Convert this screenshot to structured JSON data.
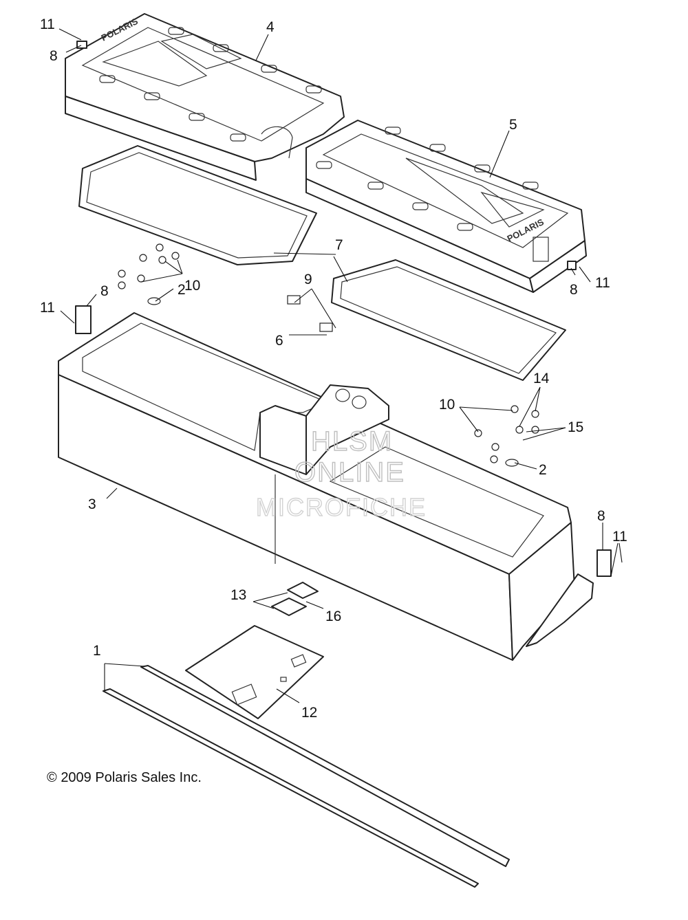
{
  "callouts": [
    {
      "id": "c11a",
      "text": "11"
    },
    {
      "id": "c8a",
      "text": "8"
    },
    {
      "id": "c4",
      "text": "4"
    },
    {
      "id": "c5",
      "text": "5"
    },
    {
      "id": "c7",
      "text": "7"
    },
    {
      "id": "c10a",
      "text": "10"
    },
    {
      "id": "c2a",
      "text": "2"
    },
    {
      "id": "c9",
      "text": "9"
    },
    {
      "id": "c6",
      "text": "6"
    },
    {
      "id": "c11b",
      "text": "11"
    },
    {
      "id": "c8b",
      "text": "8"
    },
    {
      "id": "c11c",
      "text": "11"
    },
    {
      "id": "c8c",
      "text": "8"
    },
    {
      "id": "c14",
      "text": "14"
    },
    {
      "id": "c10b",
      "text": "10"
    },
    {
      "id": "c15",
      "text": "15"
    },
    {
      "id": "c2b",
      "text": "2"
    },
    {
      "id": "c3",
      "text": "3"
    },
    {
      "id": "c8d",
      "text": "8"
    },
    {
      "id": "c11d",
      "text": "11"
    },
    {
      "id": "c13",
      "text": "13"
    },
    {
      "id": "c16",
      "text": "16"
    },
    {
      "id": "c1",
      "text": "1"
    },
    {
      "id": "c12",
      "text": "12"
    }
  ],
  "watermark": {
    "line1": "HLSM",
    "line2": "ONLINE",
    "line3": "MICROFICHE"
  },
  "lid_brand": "POLARIS",
  "copyright": "2009 Polaris Sales Inc.",
  "copyright_symbol": "©"
}
